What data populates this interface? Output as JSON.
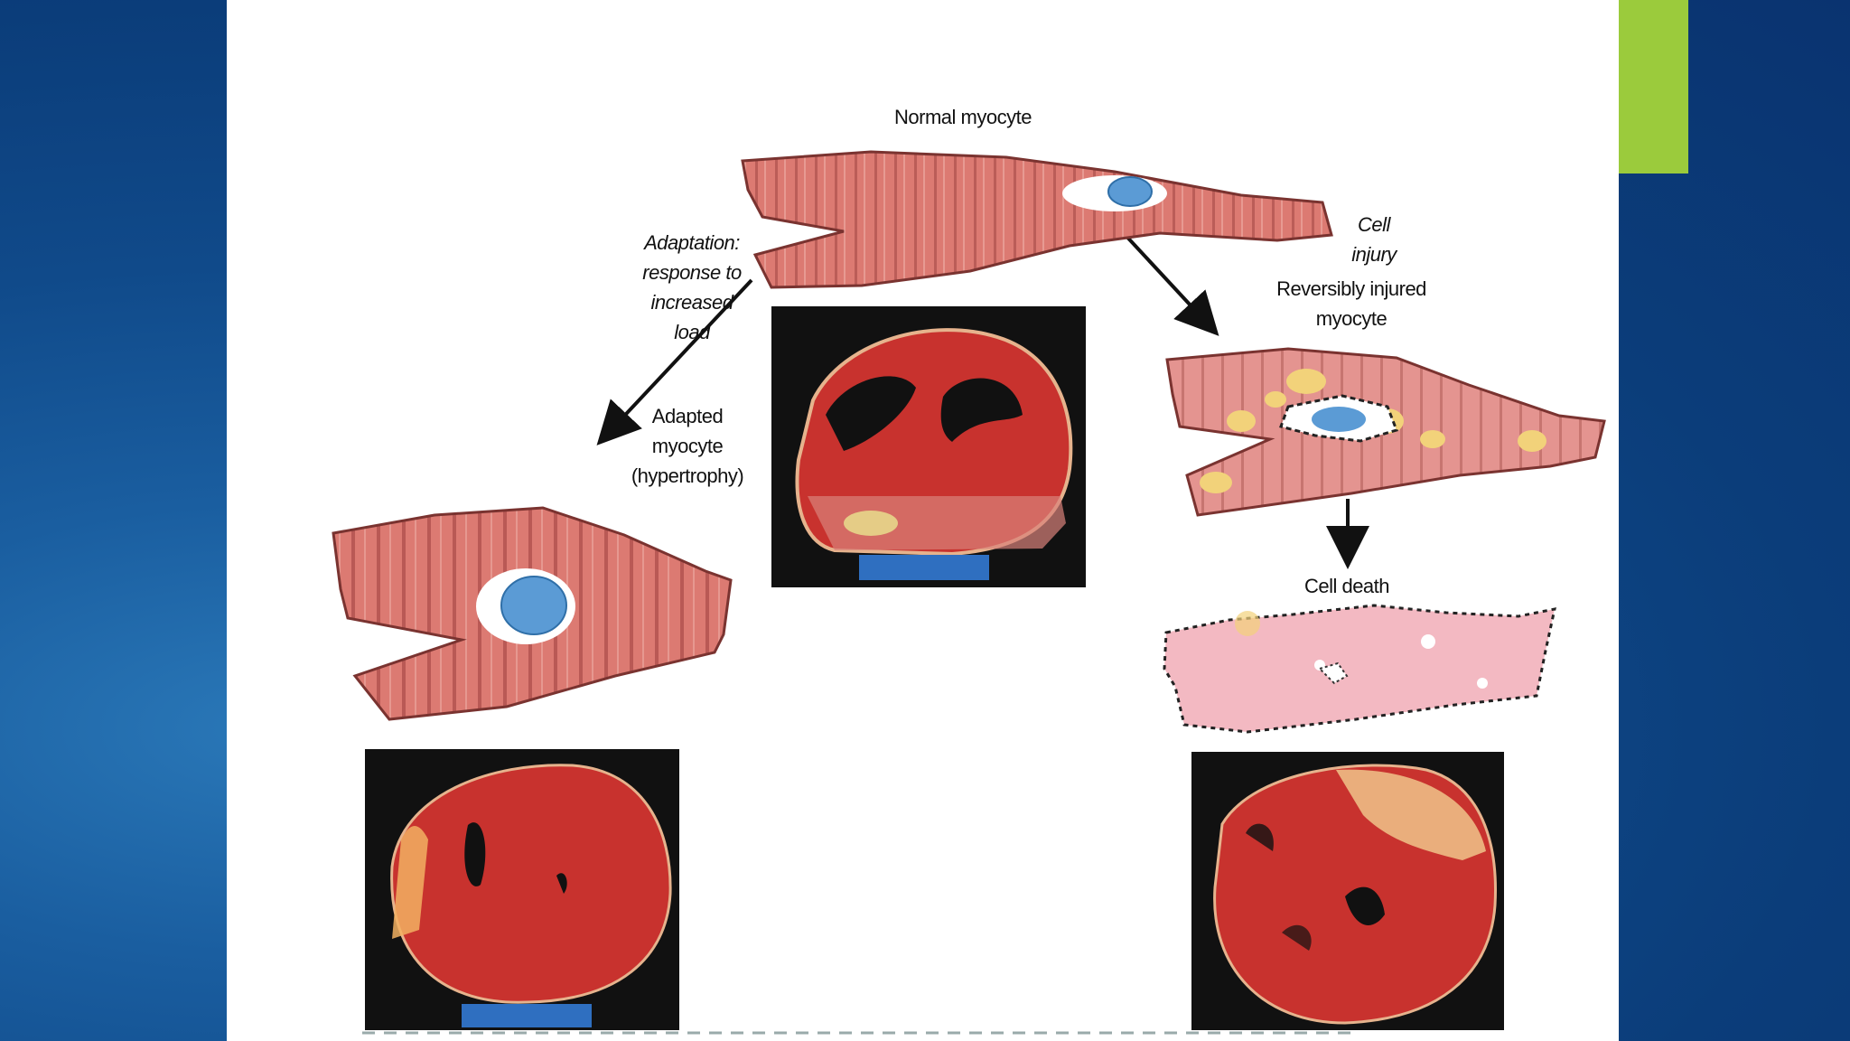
{
  "slide": {
    "background_color": "#0b3d7a",
    "accent_color": "#9bcb3c",
    "panel_color": "#ffffff"
  },
  "diagram": {
    "labels": {
      "normal": "Normal myocyte",
      "adaptation": [
        "Adaptation:",
        "response to",
        "increased",
        "load"
      ],
      "cell_injury": [
        "Cell",
        "injury"
      ],
      "adapted": [
        "Adapted",
        "myocyte",
        "(hypertrophy)"
      ],
      "reversible": [
        "Reversibly injured",
        "myocyte"
      ],
      "cell_death": "Cell death"
    },
    "colors": {
      "myocyte": "#d9726a",
      "myocyte_stripe": "#b85a55",
      "nucleus": "#5b9bd5",
      "tissue": "#c8322e",
      "specimen_bg": "#111111",
      "lesion": "#f2d27a",
      "dead_cell": "#f3b9c2"
    }
  }
}
